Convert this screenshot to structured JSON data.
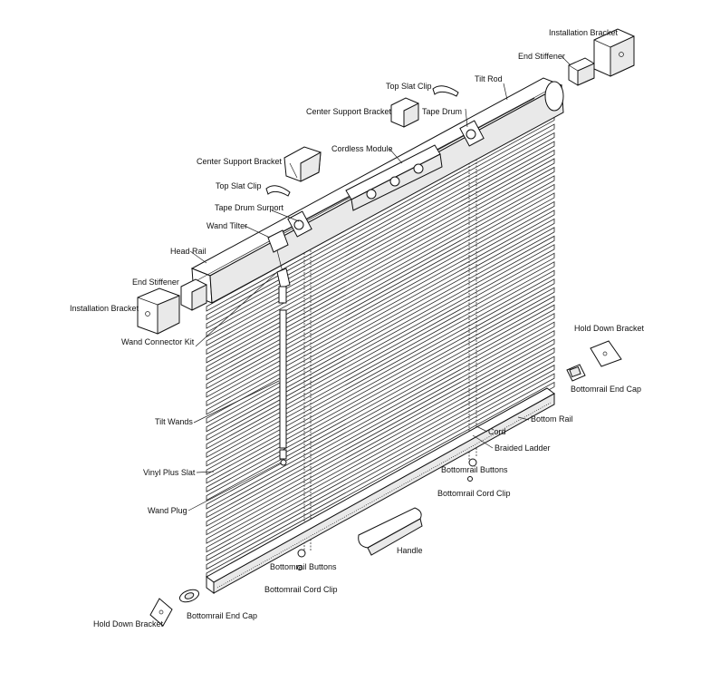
{
  "labels": {
    "installation_bracket_top": "Installation Bracket",
    "end_stiffener_top": "End Stiffener",
    "top_slat_clip_top": "Top Slat Clip",
    "tilt_rod": "Tilt Rod",
    "center_support_bracket_right": "Center Support Bracket",
    "tape_drum": "Tape Drum",
    "cordless_module": "Cordless Module",
    "center_support_bracket_left": "Center Support Bracket",
    "top_slat_clip_left": "Top Slat Clip",
    "tape_drum_support": "Tape Drum Surport",
    "wand_tilter": "Wand Tilter",
    "head_rail": "Head Rail",
    "end_stiffener_left": "End Stiffener",
    "installation_bracket_left": "Installation Bracket",
    "wand_connector_kit": "Wand Connector Kit",
    "hold_down_bracket_right": "Hold Down Bracket",
    "bottomrail_end_cap_right": "Bottomrail End Cap",
    "tilt_wands": "Tilt Wands",
    "bottom_rail": "Bottom Rail",
    "cord": "Cord",
    "braided_ladder": "Braided Ladder",
    "vinyl_plus_slat": "Vinyl Plus Slat",
    "bottomrail_buttons_right": "Bottomrail Buttons",
    "bottomrail_cord_clip_right": "Bottomrail Cord Clip",
    "wand_plug": "Wand Plug",
    "handle": "Handle",
    "bottomrail_buttons_bottom": "Bottomrail Buttons",
    "bottomrail_cord_clip_bottom": "Bottomrail Cord Clip",
    "hold_down_bracket_left": "Hold Down Bracket",
    "bottomrail_end_cap_left": "Bottomrail End Cap"
  }
}
